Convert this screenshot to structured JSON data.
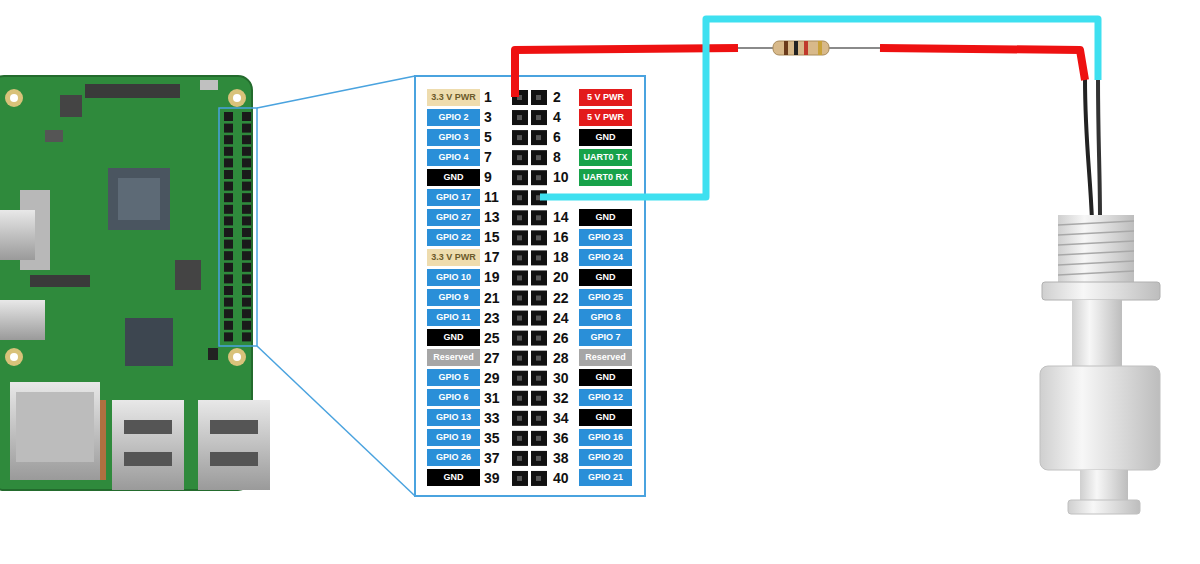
{
  "diagram": {
    "labels": [
      "3.3 V PWR",
      "1",
      "2",
      "5 V PWR",
      "GPIO 2",
      "3",
      "4",
      "5 V PWR",
      "GPIO 3",
      "5",
      "6",
      "GND",
      "GPIO 4",
      "7",
      "8",
      "UART0 TX",
      "GND",
      "9",
      "10",
      "UART0 RX",
      "GPIO 17",
      "11",
      "GPIO 27",
      "13",
      "14",
      "GND",
      "GPIO 22",
      "15",
      "16",
      "GPIO 23",
      "3.3 V PWR",
      "17",
      "18",
      "GPIO 24",
      "GPIO 10",
      "19",
      "20",
      "GND",
      "GPIO 9",
      "21",
      "22",
      "GPIO 25",
      "GPIO 11",
      "23",
      "24",
      "GPIO 8",
      "GND",
      "25",
      "26",
      "GPIO 7",
      "Reserved",
      "27",
      "28",
      "Reserved",
      "GPIO 5",
      "29",
      "30",
      "GND",
      "GPIO 6",
      "31",
      "32",
      "GPIO 12",
      "GPIO 13",
      "33",
      "34",
      "GND",
      "GPIO 19",
      "35",
      "36",
      "GPIO 16",
      "GPIO 26",
      "37",
      "38",
      "GPIO 20",
      "GND",
      "39",
      "40",
      "GPIO 21"
    ]
  }
}
